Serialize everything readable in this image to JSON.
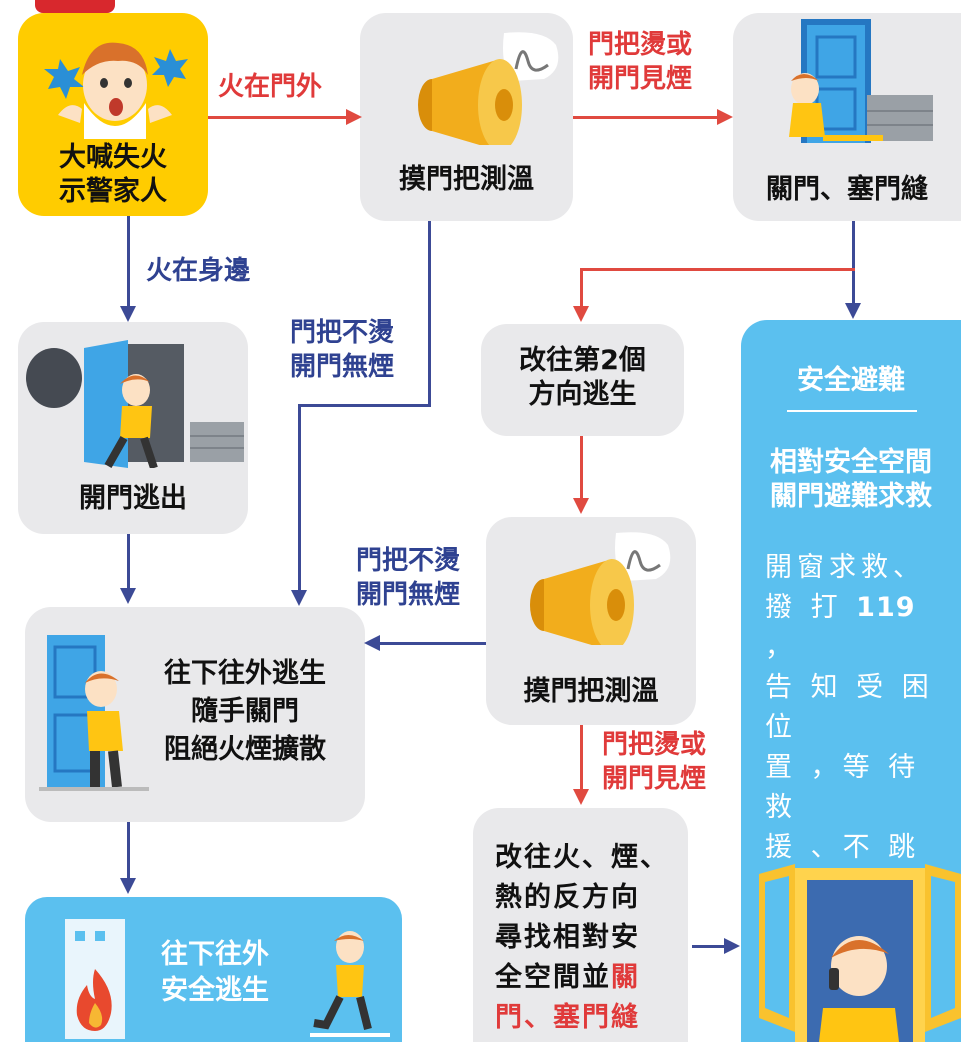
{
  "nodes": {
    "shout": "大喊失火\n示警家人",
    "touch1": "摸門把測溫",
    "close": "關門、塞門縫",
    "open_escape": "開門逃出",
    "alt_direction": "改往第2個\n方向逃生",
    "touch2": "摸門把測溫",
    "down_out": "往下往外逃生\n隨手關門\n阻絕火煙擴散",
    "opposite": "改往火、煙、\n熱的反方向\n尋找相對安\n全空間並",
    "opposite_red": "關\n門、塞門縫",
    "safe_exit": "往下往外\n安全逃生",
    "shelter_title": "安全避難",
    "shelter_sub": "相對安全空間\n關門避難求救",
    "shelter_detail_a": "開窗求救、\n撥 打 ",
    "shelter_detail_num": "119",
    "shelter_detail_b": " ，\n告 知 受 困 位\n置 ，等 待 救\n援 、不 跳 樓\n不 放 棄 求 生\n意志"
  },
  "edges": {
    "fire_outside": "火在門外",
    "hot_smoke_1": "門把燙或\n開門見煙",
    "fire_nearby": "火在身邊",
    "not_hot_1": "門把不燙\n開門無煙",
    "not_hot_2": "門把不燙\n開門無煙",
    "hot_smoke_2": "門把燙或\n開門見煙"
  },
  "colors": {
    "yellow": "#ffcc00",
    "gray": "#e9e9eb",
    "blue": "#5bc0ef",
    "red_arrow": "#e04a40",
    "navy_arrow": "#3c4a96"
  }
}
